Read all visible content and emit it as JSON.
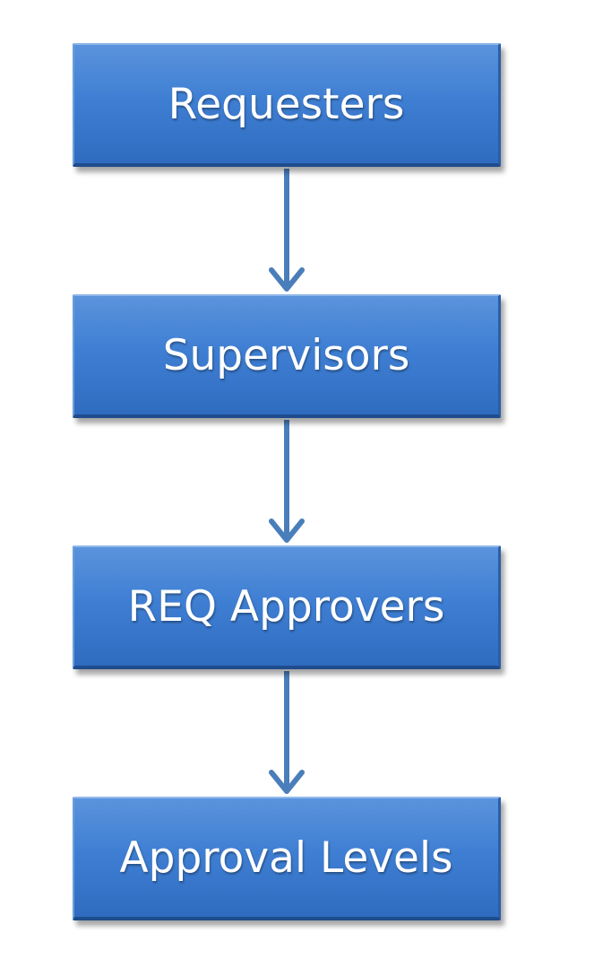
{
  "diagram": {
    "nodes": [
      {
        "label": "Requesters"
      },
      {
        "label": "Supervisors"
      },
      {
        "label": "REQ Approvers"
      },
      {
        "label": "Approval Levels"
      }
    ],
    "edges": [
      {
        "from": "Requesters",
        "to": "Supervisors"
      },
      {
        "from": "Supervisors",
        "to": "REQ Approvers"
      },
      {
        "from": "REQ Approvers",
        "to": "Approval Levels"
      }
    ],
    "colors": {
      "box_fill": "#3f7fd3",
      "box_border": "#2a5ea8",
      "connector": "#4a7ebb",
      "label_text": "#ffffff"
    }
  }
}
